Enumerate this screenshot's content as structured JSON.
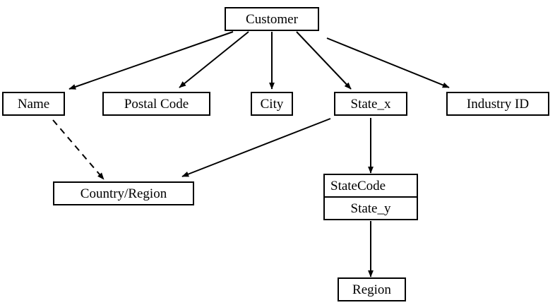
{
  "diagram": {
    "type": "entity-relationship-tree",
    "background_color": "#ffffff",
    "line_color": "#000000",
    "box_border_color": "#000000",
    "box_fill_color": "#ffffff",
    "root": "Customer",
    "nodes": {
      "customer": {
        "label": "Customer"
      },
      "name": {
        "label": "Name"
      },
      "postal_code": {
        "label": "Postal Code"
      },
      "city": {
        "label": "City"
      },
      "state_x": {
        "label": "State_x"
      },
      "industry_id": {
        "label": "Industry ID"
      },
      "country_region": {
        "label": "Country/Region"
      },
      "statecode_header": {
        "label": "StateCode"
      },
      "statecode_body": {
        "label": "State_y"
      },
      "region": {
        "label": "Region"
      }
    },
    "edges": [
      {
        "from": "Customer",
        "to": "Name",
        "style": "solid",
        "arrow": "filled"
      },
      {
        "from": "Customer",
        "to": "Postal Code",
        "style": "solid",
        "arrow": "filled"
      },
      {
        "from": "Customer",
        "to": "City",
        "style": "solid",
        "arrow": "filled"
      },
      {
        "from": "Customer",
        "to": "State_x",
        "style": "solid",
        "arrow": "filled"
      },
      {
        "from": "Customer",
        "to": "Industry ID",
        "style": "solid",
        "arrow": "filled"
      },
      {
        "from": "Name",
        "to": "Country/Region",
        "style": "dashed",
        "arrow": "filled"
      },
      {
        "from": "State_x",
        "to": "Country/Region",
        "style": "solid",
        "arrow": "filled"
      },
      {
        "from": "State_x",
        "to": "StateCode",
        "style": "solid",
        "arrow": "filled"
      },
      {
        "from": "StateCode",
        "to": "Region",
        "style": "solid",
        "arrow": "filled"
      }
    ]
  }
}
